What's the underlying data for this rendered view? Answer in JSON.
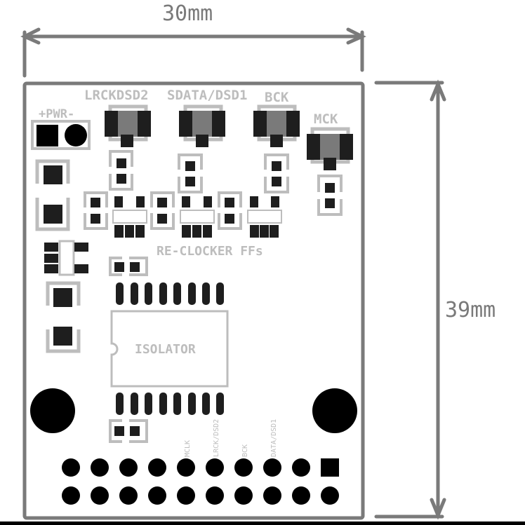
{
  "dimensions": {
    "width_label": "30mm",
    "height_label": "39mm"
  },
  "colors": {
    "dimension_line": "#7a7a7a",
    "board_outline": "#7a7a7a",
    "silkscreen": "#bdbdbd",
    "pad": "#1e1e1e",
    "hole": "#000000",
    "led_lens": "#7a7a7a"
  },
  "silkscreen": {
    "led_labels": [
      "LRCKDSD2",
      "SDATA/DSD1",
      "BCK",
      "MCK"
    ],
    "power_label": "+PWR-",
    "reclocker_label": "RE-CLOCKER FFs",
    "isolator_label": "ISOLATOR",
    "header_pin_labels": [
      "MCLK",
      "LRCK/DSD2",
      "BCK",
      "DATA/DSD1"
    ]
  },
  "header": {
    "rows": 2,
    "columns": 10,
    "pin1_square": true
  }
}
